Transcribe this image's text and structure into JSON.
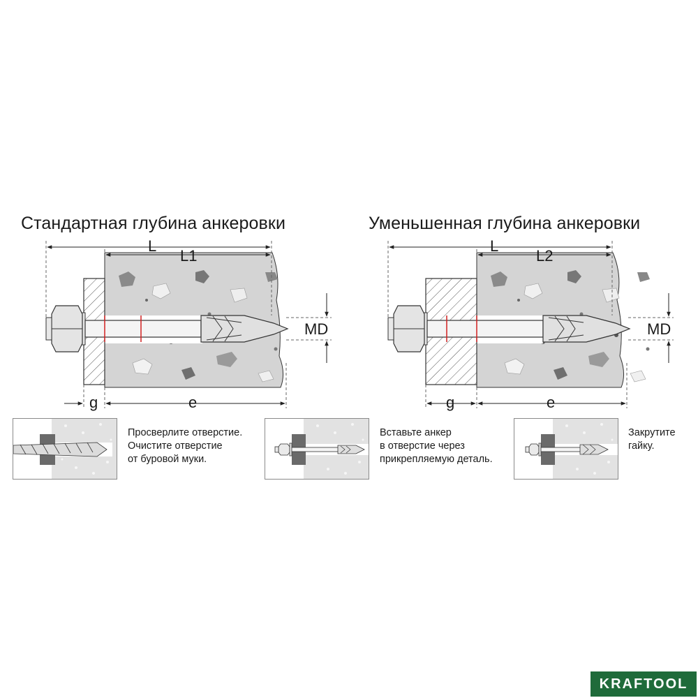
{
  "titles": {
    "standard": "Стандартная глубина анкеровки",
    "reduced": "Уменьшенная глубина анкеровки"
  },
  "dimensions": {
    "L": "L",
    "L1": "L1",
    "L2": "L2",
    "MD": "MD",
    "g": "g",
    "e": "e"
  },
  "steps": [
    {
      "text": "Просверлите отверстие.\nОчистите отверстие\nот буровой муки."
    },
    {
      "text": "Вставьте анкер\nв отверстие через\nприкрепляемую деталь."
    },
    {
      "text": "Закрутите\nгайку."
    }
  ],
  "brand": {
    "logo": "KRAFTOOL",
    "color": "#1f6b3a"
  }
}
